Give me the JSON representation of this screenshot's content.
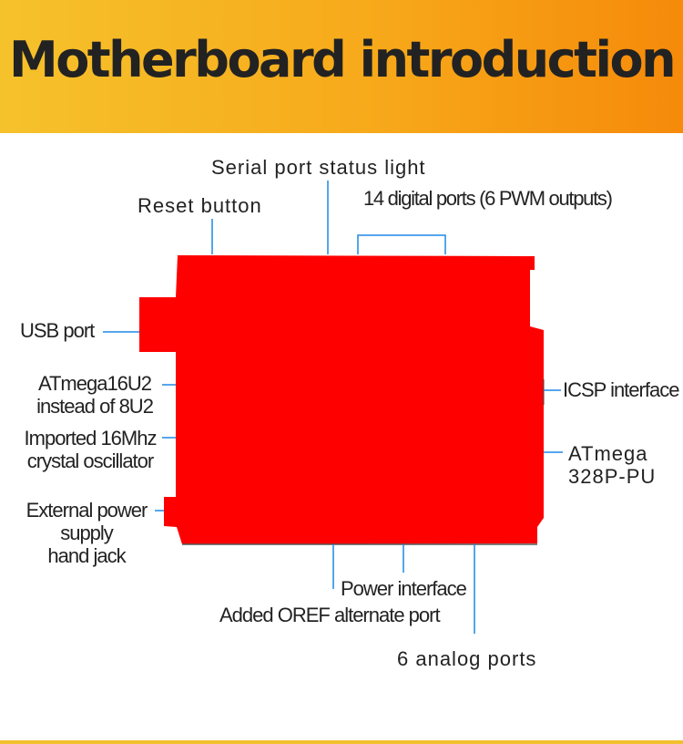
{
  "header": {
    "title": "Motherboard introduction"
  },
  "colors": {
    "banner_start": "#f6c22c",
    "banner_end": "#f68a0a",
    "board": "#ff0000",
    "leader_line": "#1e88e5"
  },
  "labels": {
    "serial_status_light": "Serial port status light",
    "reset_button": "Reset button",
    "digital_ports": "14 digital ports (6 PWM outputs)",
    "usb_port": "USB port",
    "atmega16u2_line1": "ATmega16U2",
    "atmega16u2_line2": "instead of 8U2",
    "crystal_line1": "Imported 16Mhz",
    "crystal_line2": "crystal oscillator",
    "power_jack_line1": "External power",
    "power_jack_line2": "supply",
    "power_jack_line3": "hand jack",
    "icsp": "ICSP interface",
    "atmega328_line1": "ATmega",
    "atmega328_line2": "328P-PU",
    "power_interface": "Power interface",
    "oref_port": "Added OREF alternate port",
    "analog_ports": "6 analog ports"
  }
}
